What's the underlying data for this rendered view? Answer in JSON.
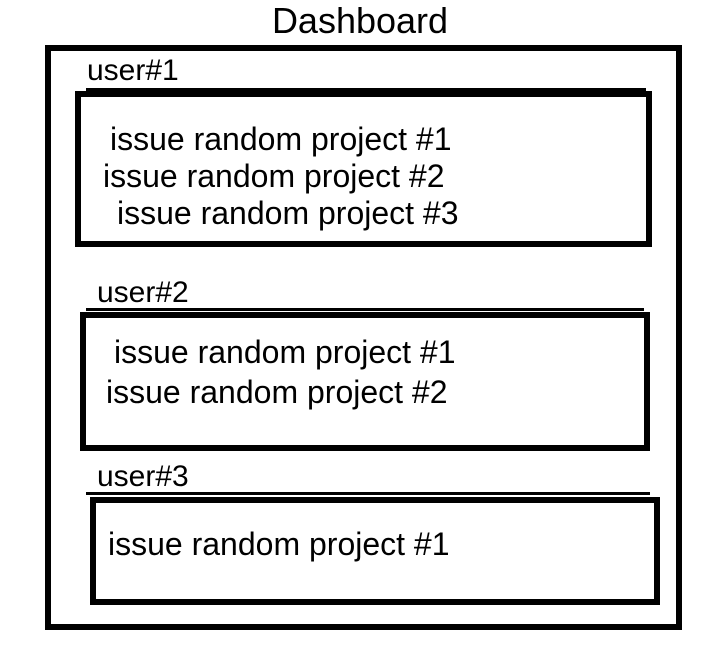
{
  "page": {
    "title": "Dashboard"
  },
  "colors": {
    "background": "#ffffff",
    "border": "#000000",
    "text": "#000000"
  },
  "users": [
    {
      "label": "user#1",
      "issues": [
        "issue random project #1",
        "issue random project #2",
        "issue random project #3"
      ]
    },
    {
      "label": "user#2",
      "issues": [
        "issue random project #1",
        "issue random project #2"
      ]
    },
    {
      "label": "user#3",
      "issues": [
        "issue random project #1"
      ]
    }
  ]
}
